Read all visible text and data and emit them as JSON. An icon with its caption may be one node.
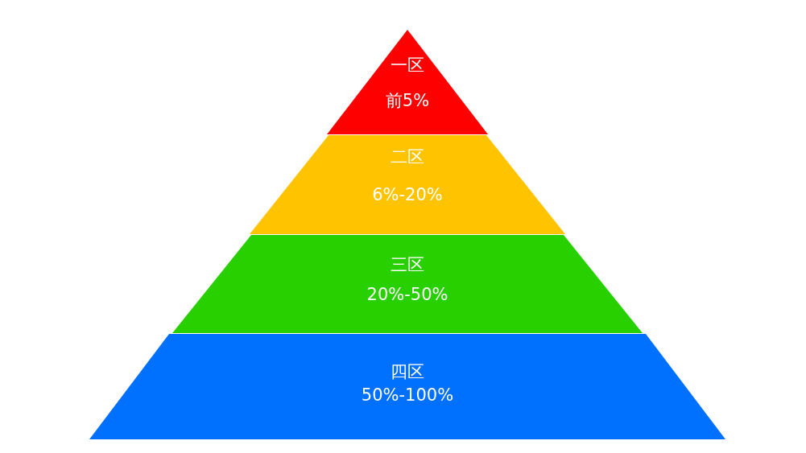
{
  "diagram": {
    "nodes": [
      {
        "text": [
          "一区",
          "前5%"
        ]
      },
      {
        "text": [
          "二区",
          "6%-20%"
        ]
      },
      {
        "text": [
          "三区",
          "20%-50%"
        ]
      },
      {
        "text": [
          "四区",
          "50%-100%"
        ]
      }
    ]
  }
}
